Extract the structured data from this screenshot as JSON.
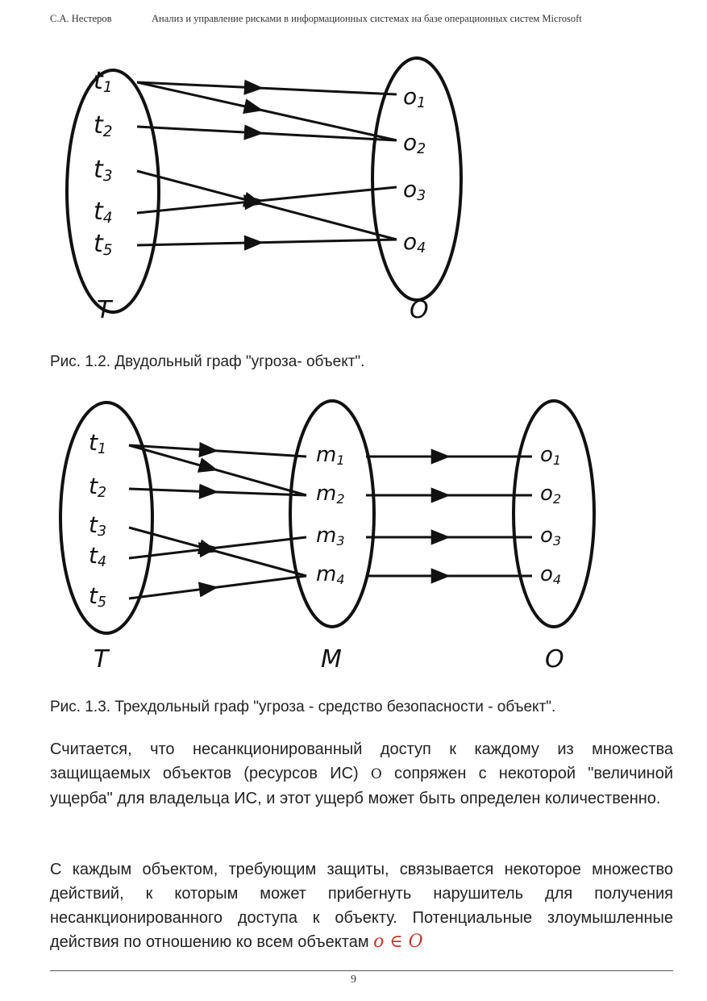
{
  "header": {
    "author": "С.А. Нестеров",
    "title": "Анализ и управление рисками в информационных системах на базе операционных систем Microsoft"
  },
  "figure1": {
    "threats": [
      "t1",
      "t2",
      "t3",
      "t4",
      "t5"
    ],
    "objects": [
      "o1",
      "o2",
      "o3",
      "o4"
    ],
    "set_t": "T",
    "set_o": "O",
    "edges": [
      [
        "t1",
        "o1"
      ],
      [
        "t1",
        "o2"
      ],
      [
        "t2",
        "o2"
      ],
      [
        "t3",
        "o4"
      ],
      [
        "t4",
        "o3"
      ],
      [
        "t5",
        "o4"
      ]
    ],
    "caption": "Рис. 1.2.  Двудольный граф \"угроза- объект\"."
  },
  "figure2": {
    "threats": [
      "t1",
      "t2",
      "t3",
      "t4",
      "t5"
    ],
    "means": [
      "m1",
      "m2",
      "m3",
      "m4"
    ],
    "objects": [
      "o1",
      "o2",
      "o3",
      "o4"
    ],
    "set_t": "T",
    "set_m": "M",
    "set_o": "O",
    "edges_tm": [
      [
        "t1",
        "m1"
      ],
      [
        "t1",
        "m2"
      ],
      [
        "t2",
        "m2"
      ],
      [
        "t3",
        "m4"
      ],
      [
        "t4",
        "m3"
      ],
      [
        "t5",
        "m4"
      ]
    ],
    "edges_mo": [
      [
        "m1",
        "o1"
      ],
      [
        "m2",
        "o2"
      ],
      [
        "m3",
        "o3"
      ],
      [
        "m4",
        "o4"
      ]
    ],
    "caption": "Рис. 1.3.  Трехдольный граф \"угроза - средство безопасности - объект\"."
  },
  "paragraph1": {
    "before": "Считается, что несанкционированный доступ к каждому из множества защищаемых объектов (ресурсов ИС) ",
    "symbol": "O",
    "after": " сопряжен с некоторой \"величиной ущерба\" для владельца ИС, и этот ущерб может быть определен количественно."
  },
  "paragraph2": {
    "text": "С каждым объектом, требующим защиты, связывается некоторое множество действий, к которым может прибегнуть нарушитель для получения несанкционированного доступа к объекту. Потенциальные злоумышленные действия по отношению ко всем объектам",
    "formula": "o ∈ O"
  },
  "footer": {
    "page_number": "9"
  }
}
